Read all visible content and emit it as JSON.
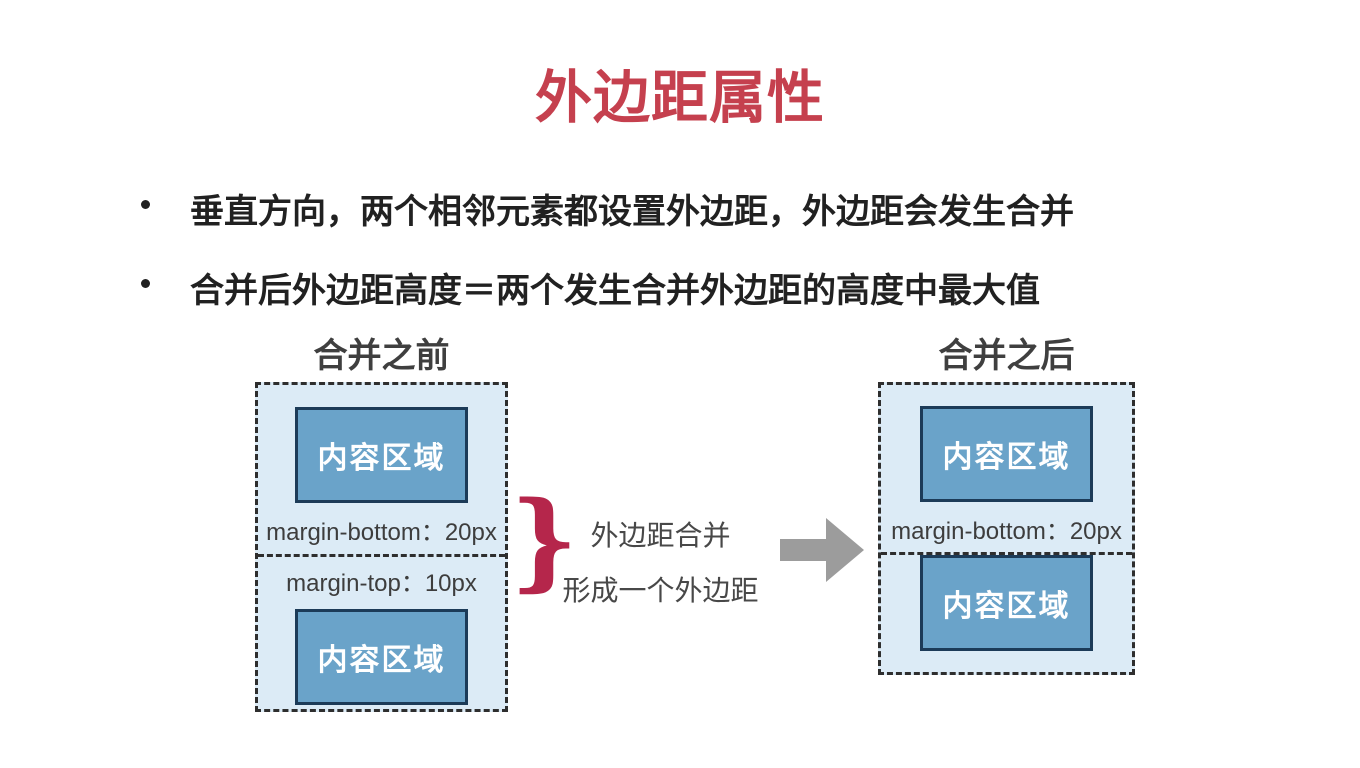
{
  "slide": {
    "title": "外边距属性",
    "bullets": [
      "垂直方向，两个相邻元素都设置外边距，外边距会发生合并",
      "合并后外边距高度＝两个发生合并外边距的高度中最大值"
    ],
    "diagram": {
      "before": {
        "heading": "合并之前",
        "box1_label": "内容区域",
        "margin_bottom_label": "margin-bottom：20px",
        "margin_top_label": "margin-top：10px",
        "box2_label": "内容区域"
      },
      "middle": {
        "brace_glyph": "}",
        "note_line1": "外边距合并",
        "note_line2": "形成一个外边距"
      },
      "after": {
        "heading": "合并之后",
        "box1_label": "内容区域",
        "margin_bottom_label": "margin-bottom：20px",
        "box2_label": "内容区域"
      }
    },
    "colors": {
      "title_red": "#c5404e",
      "brace_red": "#b5264b",
      "bullet_text": "#212121",
      "heading_gray": "#3f3f3f",
      "container_bg": "#dcebf6",
      "box_blue": "#6aa3c9",
      "box_border_navy": "#1c3b58",
      "dash_border": "#2e2e2e",
      "margin_label_text": "#3d3d3d",
      "note_text": "#484848",
      "arrow_gray": "#9c9c9c"
    }
  }
}
